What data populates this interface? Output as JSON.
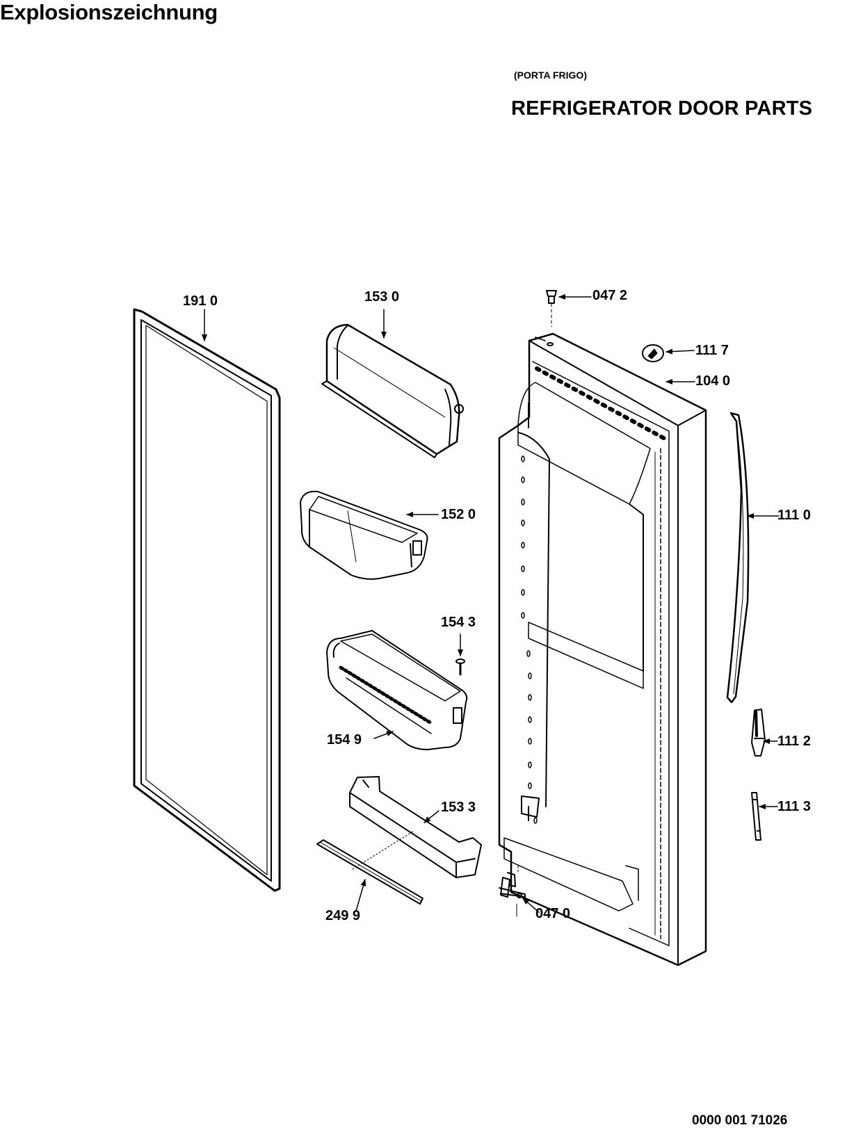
{
  "header": {
    "title": "Explosionszeichnung",
    "subtitle_it": "(PORTA FRIGO)",
    "subtitle_en": "REFRIGERATOR DOOR PARTS"
  },
  "footer": {
    "doc_number": "0000 001 71026"
  },
  "parts": {
    "gasket": "191 0",
    "upper_cover": "153 0",
    "door_bin": "152 0",
    "screw": "154 3",
    "bin_with_bars": "154 9",
    "lower_shelf": "153 3",
    "shelf_bar": "249 9",
    "top_hinge_pin": "047 2",
    "logo_badge": "111 7",
    "door_panel": "104 0",
    "handle": "111 0",
    "handle_end_cap_upper": "111 2",
    "handle_end_cap_lower": "111 3",
    "bottom_hinge": "047 0"
  }
}
